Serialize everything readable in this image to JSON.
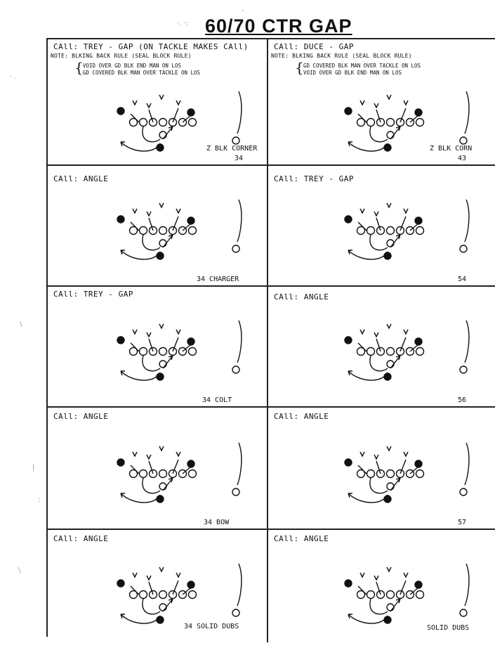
{
  "title": "60/70   CTR GAP",
  "panels": [
    {
      "call": "CAll: TREY - GAP (ON TACKLE MAKES CAll)",
      "note": "NOTE: BLKING BACK RULE (SEAL BLOCK RULE)",
      "note_items": [
        "VOID OVER GD BLK END MAN ON LOS",
        "GD COVERED BLK MAN OVER TACKLE ON LOS"
      ],
      "caption": "Z BLK CORNER",
      "number": "34"
    },
    {
      "call": "CAll: DUCE - GAP",
      "note": "NOTE: BLKING BACK RULE (SEAL BLOCK RULE)",
      "note_items": [
        "GD COVERED BLK MAN OVER TACKLE ON LOS",
        "VOID OVER GD BLK END MAN ON LOS"
      ],
      "caption": "Z BLK CORN",
      "number": "43"
    },
    {
      "call": "CAll: ANGLE",
      "caption": "34 CHARGER"
    },
    {
      "call": "CAll: TREY - GAP",
      "number": "54"
    },
    {
      "call": "CAll: TREY - GAP",
      "caption": "34 COLT"
    },
    {
      "call": "CAll: ANGLE",
      "number": "56"
    },
    {
      "call": "CAll: ANGLE",
      "caption": "34 BOW"
    },
    {
      "call": "CAll: ANGLE",
      "number": "57"
    },
    {
      "call": "CAll: ANGLE",
      "caption": "34 SOLID DUBS"
    },
    {
      "call": "CAll: ANGLE",
      "caption": "SOLID DUBS"
    }
  ]
}
